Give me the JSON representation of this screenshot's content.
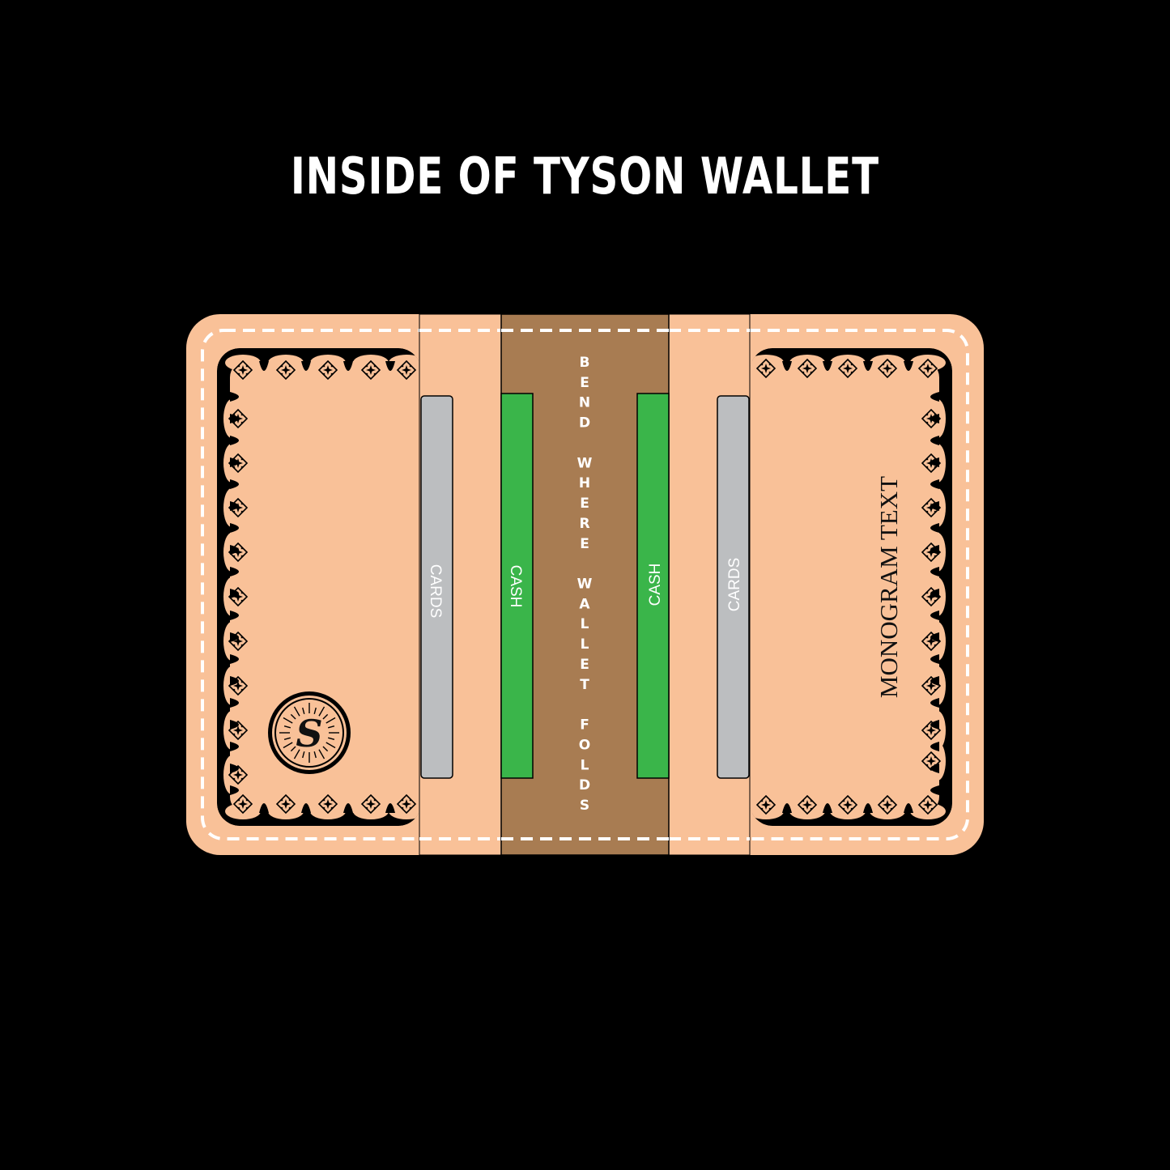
{
  "title": "INSIDE OF TYSON WALLET",
  "left_slot": {
    "label": "CARDS"
  },
  "left_cash": {
    "label": "CASH"
  },
  "bend_text": "BEND WHERE WALLET FOLDS",
  "right_cash": {
    "label": "CASH"
  },
  "right_slot": {
    "label": "CARDS"
  },
  "monogram": "MONOGRAM TEXT",
  "logo_letter": "S",
  "colors": {
    "background": "#000000",
    "leather": "#f9c198",
    "spine": "#a87c52",
    "cash_slot": "#3ab54a",
    "card_slot": "#bcbec0",
    "stitch": "#ffffff",
    "border_ink": "#000000"
  },
  "icons": {
    "ornament": "diamond-star-icon",
    "logo": "s-badge-icon"
  }
}
